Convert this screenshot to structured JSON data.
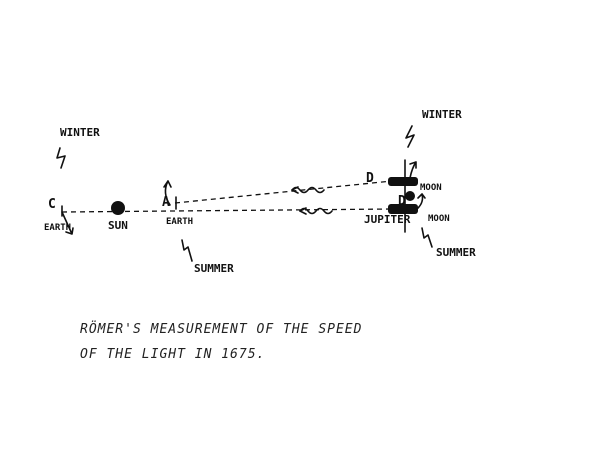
{
  "labels": {
    "winter_left": "WINTER",
    "winter_right": "WINTER",
    "summer_bottom": "SUMMER",
    "summer_right": "SUMMER",
    "point_c": "C",
    "point_a": "A",
    "point_d": "D",
    "point_d2": "D",
    "earth_left": "EARTH",
    "sun": "SUN",
    "earth_right": "EARTH",
    "jupiter": "JUPITER",
    "moon_top": "MOON",
    "moon_bottom": "MOON"
  },
  "caption": {
    "line1": "RÖMER'S   MEASUREMENT   OF   THE    SPEED",
    "line2": "OF   THE   LIGHT   IN   1675."
  }
}
